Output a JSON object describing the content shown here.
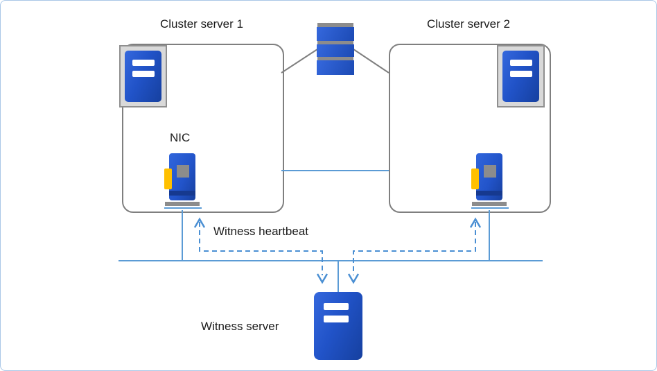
{
  "diagram": {
    "cluster1_title": "Cluster server 1",
    "cluster2_title": "Cluster server 2",
    "nic_label": "NIC",
    "heartbeat_label": "Witness heartbeat",
    "witness_label": "Witness server"
  },
  "icons": {
    "cluster1_server": "server-icon",
    "cluster2_server": "server-icon",
    "shared_storage": "storage-stack-icon",
    "nic1": "nic-card-icon",
    "nic2": "nic-card-icon",
    "witness_server": "server-icon",
    "heartbeat_arrows": "dashed-arrow-icons"
  },
  "colors": {
    "server_blue": "#2153c8",
    "nic_yellow": "#ffc000",
    "frame_gray": "#d9d9d9",
    "box_border_gray": "#7f7f7f",
    "network_blue": "#5b9bd5",
    "heartbeat_blue": "#4a8fd3"
  }
}
